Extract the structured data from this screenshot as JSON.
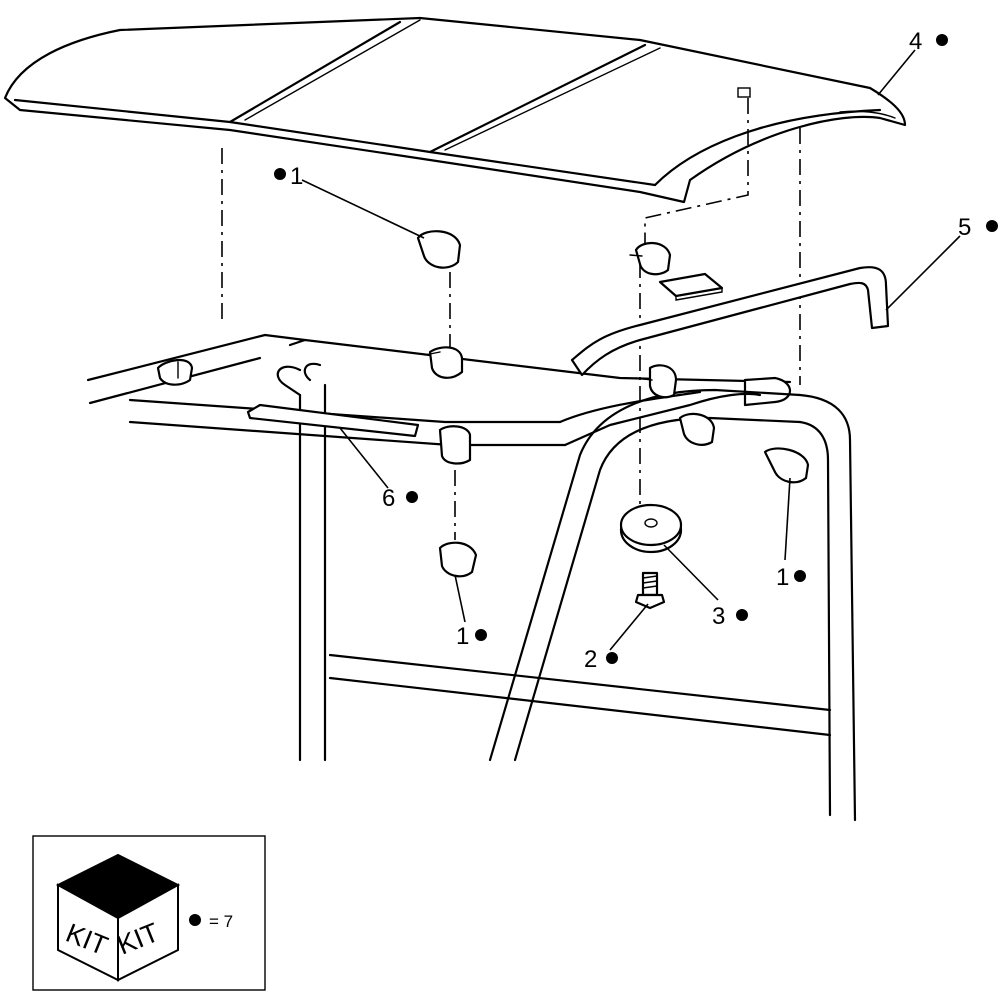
{
  "callouts": [
    {
      "id": "4",
      "label": "4",
      "marked": true
    },
    {
      "id": "1a",
      "label": "1",
      "marked": true
    },
    {
      "id": "5",
      "label": "5",
      "marked": true
    },
    {
      "id": "6",
      "label": "6",
      "marked": true
    },
    {
      "id": "1b",
      "label": "1",
      "marked": true
    },
    {
      "id": "3",
      "label": "3",
      "marked": true
    },
    {
      "id": "1c",
      "label": "1",
      "marked": true
    },
    {
      "id": "2",
      "label": "2",
      "marked": true
    }
  ],
  "legend": {
    "kit_label_left": "KIT",
    "kit_label_right": "KIT",
    "equals_text": "= 7"
  },
  "colors": {
    "ink": "#000000",
    "paper": "#ffffff"
  }
}
